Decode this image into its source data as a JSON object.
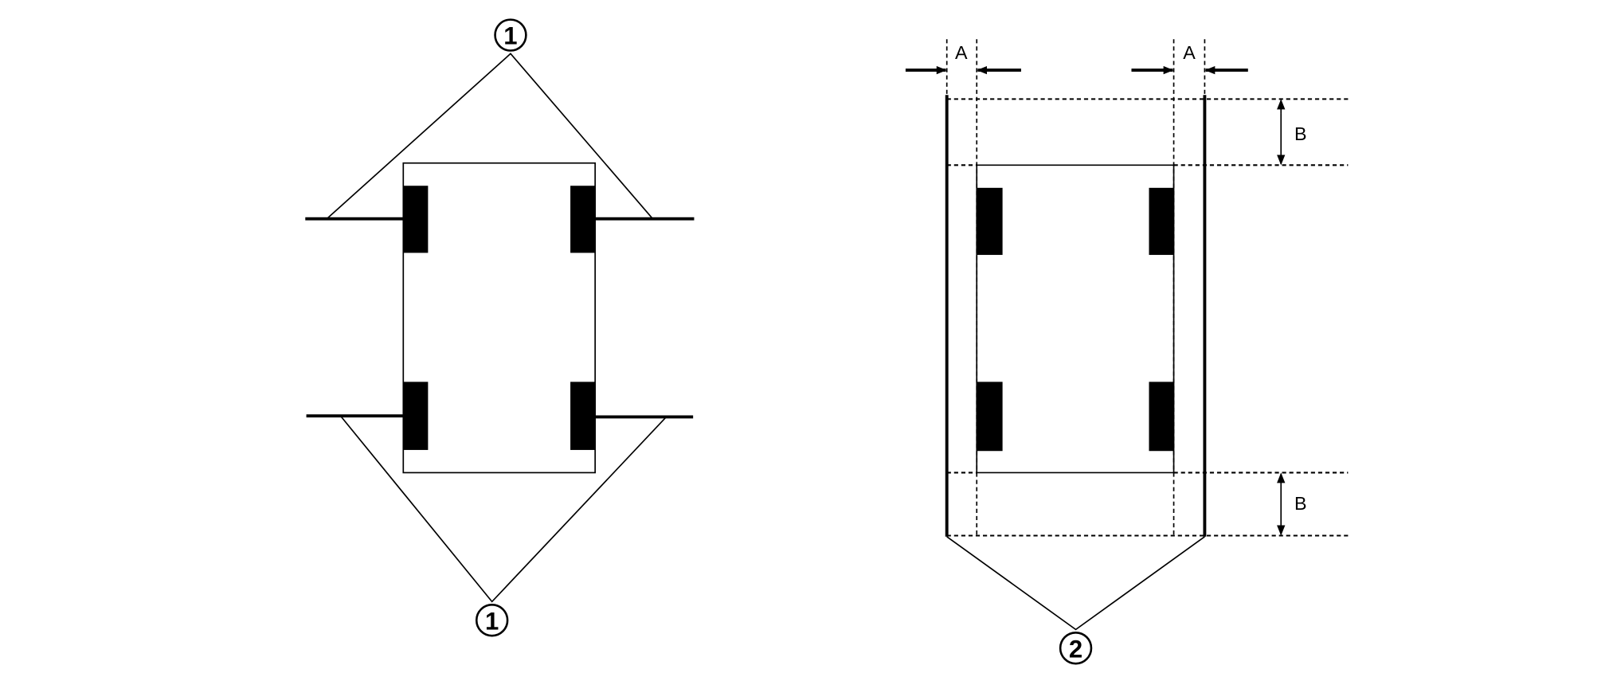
{
  "left_view": {
    "callout_top": "1",
    "callout_bottom": "1"
  },
  "right_view": {
    "callout": "2",
    "dim_a_left": "A",
    "dim_a_right": "A",
    "dim_b_top": "B",
    "dim_b_bottom": "B"
  },
  "colors": {
    "line": "#000000",
    "background": "#ffffff"
  }
}
